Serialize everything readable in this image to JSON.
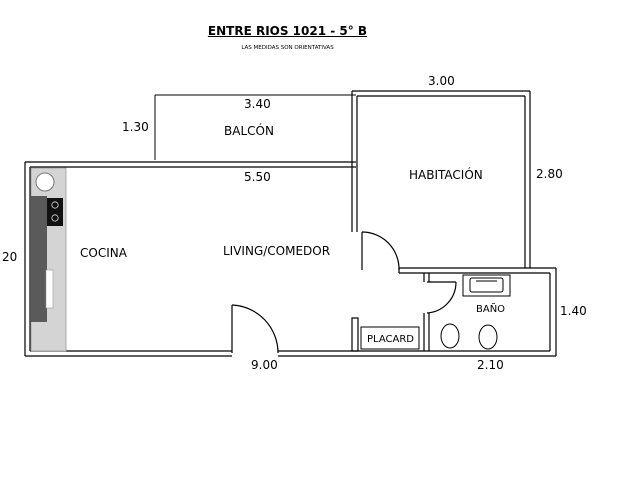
{
  "header": {
    "title": "ENTRE RIOS 1021 - 5° B",
    "subtitle": "LAS MEDIDAS SON ORIENTATIVAS"
  },
  "rooms": {
    "balcony": "BALCÓN",
    "bedroom": "HABITACIÓN",
    "kitchen": "COCINA",
    "living": "LIVING/COMEDOR",
    "bathroom": "BAÑO",
    "closet": "PLACARD"
  },
  "dimensions": {
    "balcony_width": "3.40",
    "balcony_depth": "1.30",
    "bedroom_width": "3.00",
    "bedroom_depth": "2.80",
    "living_width": "5.50",
    "total_width": "9.00",
    "bathroom_width": "2.10",
    "bathroom_depth": "1.40",
    "left_depth": "20"
  }
}
